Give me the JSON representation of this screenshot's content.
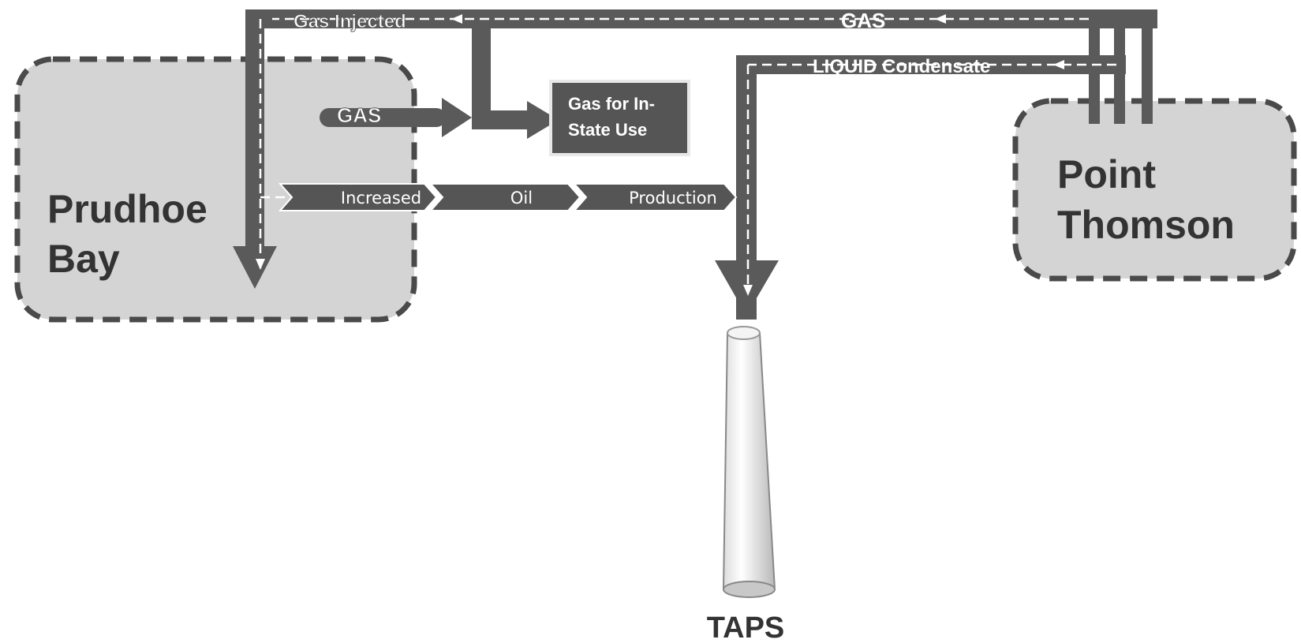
{
  "diagram": {
    "fields": {
      "prudhoe_bay": {
        "line1": "Prudhoe",
        "line2": "Bay"
      },
      "point_thomson": {
        "line1": "Point",
        "line2": "Thomson"
      }
    },
    "flows": {
      "gas_injected": "Gas Injected",
      "gas_top": "GAS",
      "liquid_condensate": "LIQUID Condensate",
      "gas_prudhoe": "GAS"
    },
    "in_state_box": {
      "line1": "Gas for In-",
      "line2": "State Use"
    },
    "production_chevrons": [
      "Increased",
      "Oil",
      "Production"
    ],
    "pipeline_label": "TAPS"
  },
  "colors": {
    "pipe": "#5a5a5a",
    "field_fill": "#d4d4d4",
    "field_border": "#4a4a4a",
    "label_white": "#ffffff",
    "text_dark": "#333333",
    "box_fill": "#555555"
  }
}
